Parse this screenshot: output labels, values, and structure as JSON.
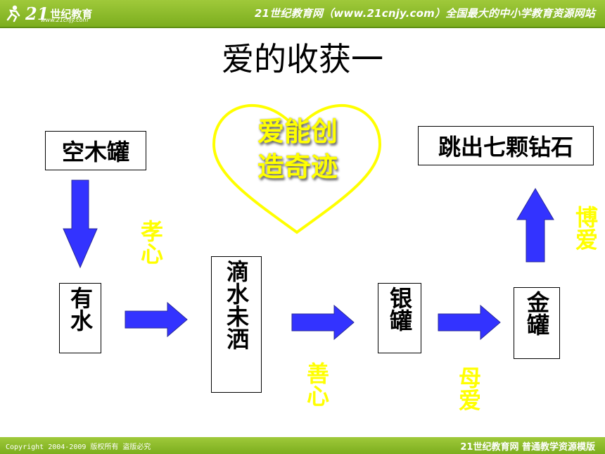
{
  "header": {
    "logo_num": "21",
    "logo_text": "世纪教育",
    "logo_url": "www.21cnjy.com",
    "banner": "21世纪教育网（www.21cnjy.com）全国最大的中小学教育资源网站"
  },
  "title": "爱的收获一",
  "heart_text": [
    "爱能创",
    "造奇迹"
  ],
  "boxes": {
    "empty_jar": "空木罐",
    "water": "有水",
    "not_spilled": "滴水未洒",
    "silver_jar": "银罐",
    "gold_jar": "金罐",
    "diamonds": "跳出七颗钻石"
  },
  "labels": {
    "filial": "孝心",
    "kindness": "善心",
    "mother_love": "母爱",
    "universal_love": "博爱"
  },
  "footer": {
    "copyright": "Copyright 2004-2009 版权所有 盗版必究",
    "right": "21世纪教育网   普通教学资源模版"
  },
  "colors": {
    "arrow_fill": "#3333ff",
    "label_yellow": "#ffff00",
    "header_green": "#8cbc2a"
  }
}
